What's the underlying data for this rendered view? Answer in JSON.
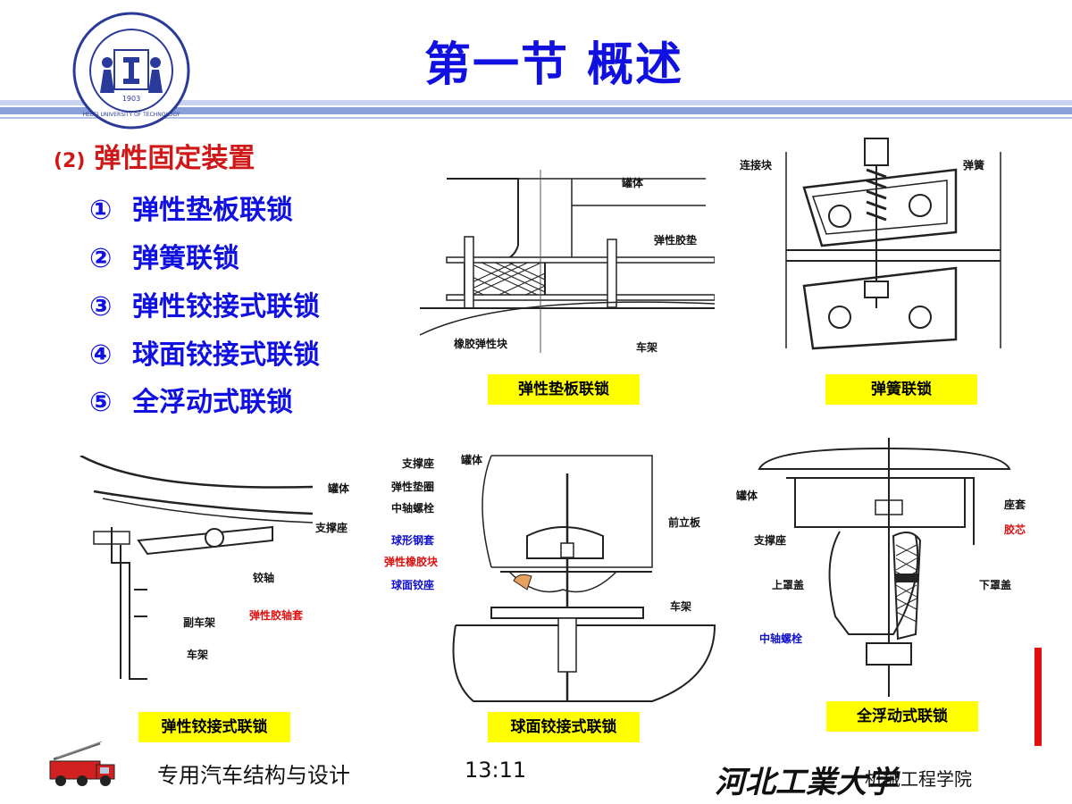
{
  "title": "第一节 概述",
  "logo": {
    "name": "河北工业大学 logo",
    "year": "1903",
    "text": "HEBEI UNIVERSITY OF TECHNOLOGY"
  },
  "subheading": {
    "number": "(2)",
    "text": "弹性固定装置"
  },
  "items": [
    {
      "num": "①",
      "text": "弹性垫板联锁"
    },
    {
      "num": "②",
      "text": "弹簧联锁"
    },
    {
      "num": "③",
      "text": "弹性铰接式联锁"
    },
    {
      "num": "④",
      "text": "球面铰接式联锁"
    },
    {
      "num": "⑤",
      "text": "全浮动式联锁"
    }
  ],
  "figures": {
    "pad": {
      "caption": "弹性垫板联锁",
      "labels": {
        "tank": "罐体",
        "rubber_pad": "弹性胶垫",
        "rubber_block": "橡胶弹性块",
        "frame": "车架"
      }
    },
    "spring": {
      "caption": "弹簧联锁",
      "labels": {
        "connector": "连接块",
        "spring": "弹簧"
      }
    },
    "hinge": {
      "caption": "弹性铰接式联锁",
      "labels": {
        "tank": "罐体",
        "support": "支撑座",
        "pin": "铰轴",
        "sleeve": "弹性胶轴套",
        "sub_frame": "副车架",
        "frame": "车架"
      }
    },
    "ball": {
      "caption": "球面铰接式联锁",
      "labels": {
        "support": "支撑座",
        "tank": "罐体",
        "ring": "弹性垫圈",
        "bolt": "中轴螺栓",
        "front_plate": "前立板",
        "ball_sleeve": "球形钢套",
        "rubber_block": "弹性橡胶块",
        "ball_seat": "球面铰座",
        "frame": "车架"
      }
    },
    "float": {
      "caption": "全浮动式联锁",
      "labels": {
        "tank": "罐体",
        "seat_sleeve": "座套",
        "core": "胶芯",
        "support": "支撑座",
        "upper_cover": "上罩盖",
        "lower_cover": "下罩盖",
        "bolt": "中轴螺栓"
      }
    }
  },
  "footer": {
    "course": "专用汽车结构与设计",
    "time": "13:11",
    "university": "河北工業大学",
    "department": "机械工程学院"
  },
  "colors": {
    "title": "#1010e0",
    "subheading": "#d01818",
    "caption_bg": "#ffff00",
    "bar": "#8aa0d8"
  }
}
